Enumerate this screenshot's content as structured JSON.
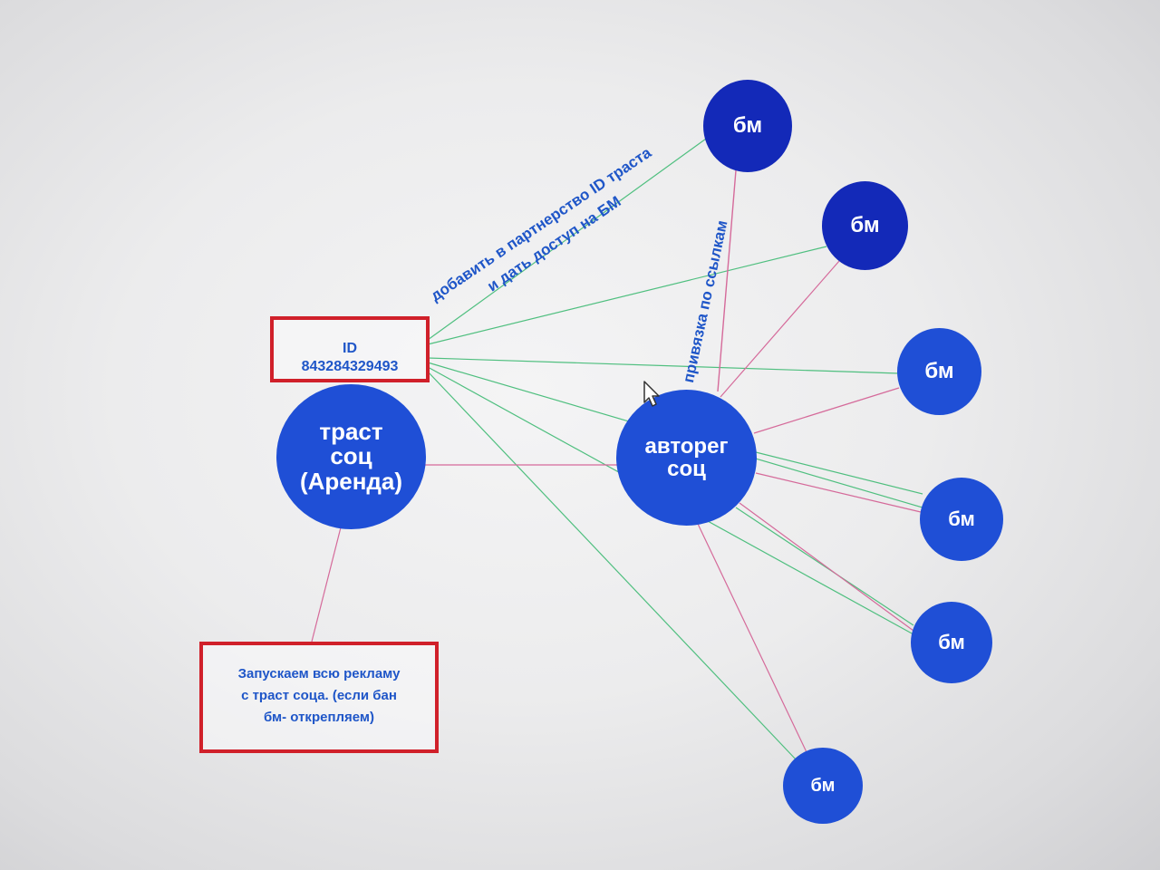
{
  "colors": {
    "node_main": "#1f4fd6",
    "node_dark": "#1329b8",
    "text_blue": "#1f56c8",
    "box_border": "#d0202a",
    "edge_green": "#4fbf7f",
    "edge_pink": "#d56a9a"
  },
  "nodes": {
    "trust": {
      "lines": [
        "траст",
        "соц",
        "(Аренда)"
      ]
    },
    "autoreg": {
      "lines": [
        "авторег",
        "соц"
      ]
    },
    "bm": [
      {
        "label": "бм"
      },
      {
        "label": "бм"
      },
      {
        "label": "бм"
      },
      {
        "label": "бм"
      },
      {
        "label": "бм"
      },
      {
        "label": "бм"
      }
    ]
  },
  "id_box": {
    "line1": "ID",
    "line2": "843284329493"
  },
  "note_box": {
    "lines": [
      "Запускаем всю рекламу",
      "с траст соца. (если бан",
      "бм- открепляем)"
    ]
  },
  "edge_labels": {
    "partner": {
      "line1": "добавить в партнерство ID траста",
      "line2": "и дать доступ на БМ"
    },
    "link": "привязка по ссылкам"
  },
  "icons": {
    "cursor": "mouse-pointer-icon"
  }
}
